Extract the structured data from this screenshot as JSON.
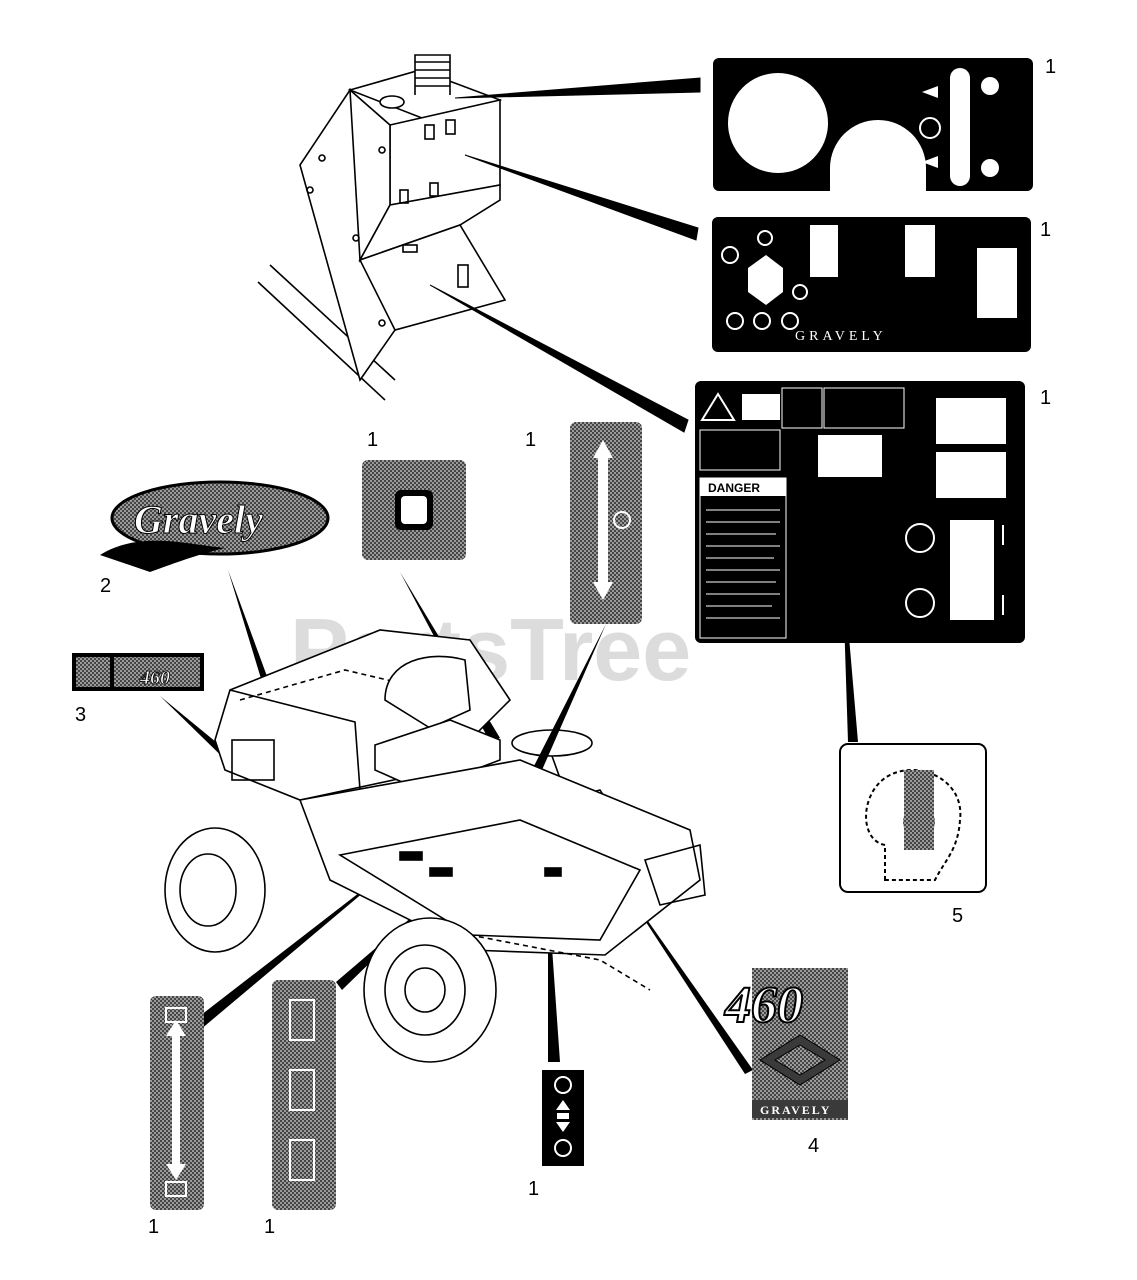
{
  "watermark": "PartsTree",
  "labels": {
    "gravely_oval": "Gravely",
    "model_number": "460",
    "brand_word": "GRAVELY",
    "danger_word": "DANGER",
    "panel_brand": "GRAVELY"
  },
  "callouts": [
    {
      "id": "decal-dash-top",
      "number": "1"
    },
    {
      "id": "decal-dash-control",
      "number": "1"
    },
    {
      "id": "decal-safety-panel",
      "number": "1"
    },
    {
      "id": "decal-seat-square",
      "number": "1"
    },
    {
      "id": "decal-lever-strip",
      "number": "1"
    },
    {
      "id": "decal-gravely-logo",
      "number": "2"
    },
    {
      "id": "decal-model-badge",
      "number": "3"
    },
    {
      "id": "decal-460-logo",
      "number": "4"
    },
    {
      "id": "decal-hearing",
      "number": "5"
    },
    {
      "id": "decal-floor-strip-a",
      "number": "1"
    },
    {
      "id": "decal-floor-strip-b",
      "number": "1"
    },
    {
      "id": "decal-floor-small",
      "number": "1"
    }
  ],
  "colors": {
    "ink": "#000000",
    "paper": "#ffffff",
    "watermark": "#dcdcdc",
    "halftone": "#7a7a7a"
  }
}
